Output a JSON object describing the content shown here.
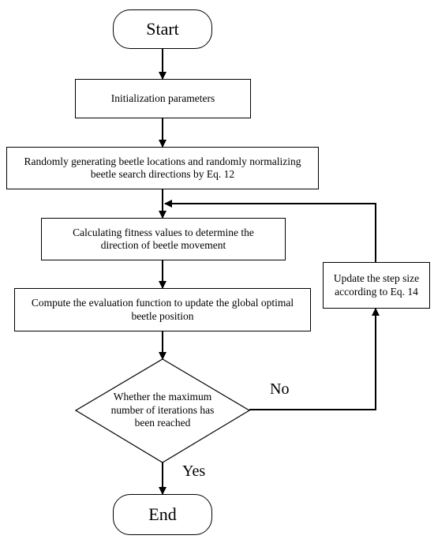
{
  "flowchart": {
    "start": "Start",
    "init": "Initialization parameters",
    "generate": "Randomly generating beetle locations and randomly normalizing beetle search directions by Eq. 12",
    "fitness": "Calculating fitness values to determine the direction of beetle movement",
    "evaluate": "Compute the evaluation function to update the global optimal beetle position",
    "decision": "Whether the maximum number of iterations has been reached",
    "update": "Update the step size according to Eq. 14",
    "yes_label": "Yes",
    "no_label": "No",
    "end": "End"
  }
}
